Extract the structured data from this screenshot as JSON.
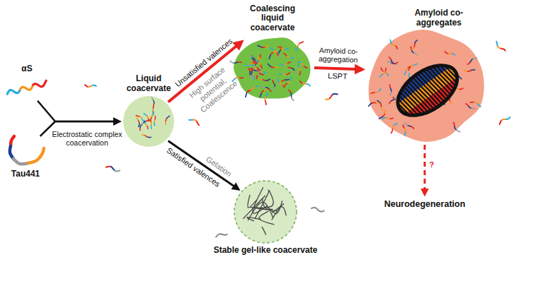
{
  "diagram": {
    "nodes": [
      {
        "text": [
          "αS"
        ]
      },
      {
        "text": [
          "Tau441"
        ]
      },
      {
        "text": [
          "Liquid coacervate"
        ]
      },
      {
        "text": [
          "Coalescing liquid coacervate"
        ]
      },
      {
        "text": [
          "Amyloid co-aggregates"
        ]
      },
      {
        "text": [
          "Stable gel-like coacervate"
        ]
      },
      {
        "text": [
          "Neurodegeneration"
        ]
      }
    ],
    "edges": [
      {
        "from": 0,
        "to": 2,
        "arrow": "to",
        "label": "Electrostatic complex coacervation"
      },
      {
        "from": 1,
        "to": 2,
        "arrow": "to"
      },
      {
        "from": 2,
        "to": 3,
        "arrow": "to",
        "label": "Unsatisfied valences"
      },
      {
        "from": 2,
        "to": 5,
        "arrow": "to",
        "label": "Satisfied valences"
      },
      {
        "from": 3,
        "to": 4,
        "arrow": "to",
        "label": "Amyloid co-aggregation"
      },
      {
        "from": 4,
        "to": 6,
        "arrow": "to",
        "label": "?"
      }
    ],
    "labels": [
      "High surface potential, Coalescence",
      "Gelation",
      "LSPT"
    ]
  }
}
